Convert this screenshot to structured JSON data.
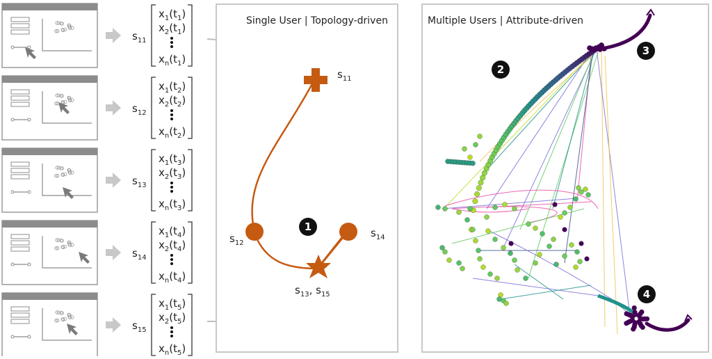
{
  "states": [
    {
      "base": "s",
      "idx": "11",
      "t": "1"
    },
    {
      "base": "s",
      "idx": "12",
      "t": "2"
    },
    {
      "base": "s",
      "idx": "13",
      "t": "3"
    },
    {
      "base": "s",
      "idx": "14",
      "t": "4"
    },
    {
      "base": "s",
      "idx": "15",
      "t": "5"
    }
  ],
  "vector": {
    "x_base": "x",
    "t_base": "t",
    "first_index": "1",
    "second_index": "2",
    "last_index": "n"
  },
  "panel_single": {
    "title": "Single User | Topology-driven",
    "badge": "1",
    "nodes": {
      "s11": {
        "base": "s",
        "sub": "11"
      },
      "s12": {
        "base": "s",
        "sub": "12"
      },
      "s14": {
        "base": "s",
        "sub": "14"
      },
      "s1315": {
        "base": "s",
        "sub1": "13",
        "sep": ", ",
        "base2": "s",
        "sub2": "15"
      }
    },
    "colors": {
      "path": "#c55a11"
    }
  },
  "panel_multi": {
    "title": "Multiple Users | Attribute-driven",
    "badges": [
      "2",
      "3",
      "4"
    ],
    "colors": {
      "dark": "#440154",
      "mid": "#21918c",
      "light": "#bddf26",
      "pink": "#e64ea3",
      "yellow": "#f2c14e",
      "purple": "#7a6fd6"
    }
  }
}
